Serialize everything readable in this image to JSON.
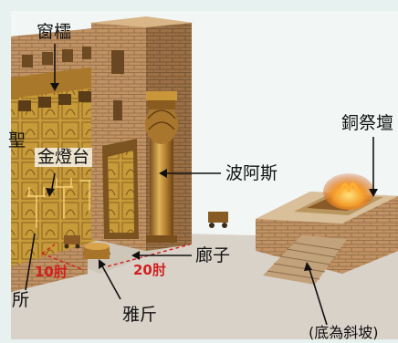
{
  "labels": {
    "window_lattice": "窗櫺",
    "golden_lampstand": "金燈台",
    "boaz": "波阿斯",
    "bronze_altar": "銅祭壇",
    "porch": "廊子",
    "cubits_10": "10肘",
    "cubits_20": "20肘",
    "jakin": "雅斤",
    "left_cut": "所",
    "left_edge_char": "聖",
    "bottom_right_cut": "(底為斜坡)"
  },
  "colors": {
    "background": "#e7f1ef",
    "stone": "#b98a5c",
    "stone_dark": "#8c6440",
    "gold": "#c79a3a",
    "bronze_fire": "#e2821d",
    "dimension_line": "#d21f1f",
    "label_text": "#111111"
  }
}
